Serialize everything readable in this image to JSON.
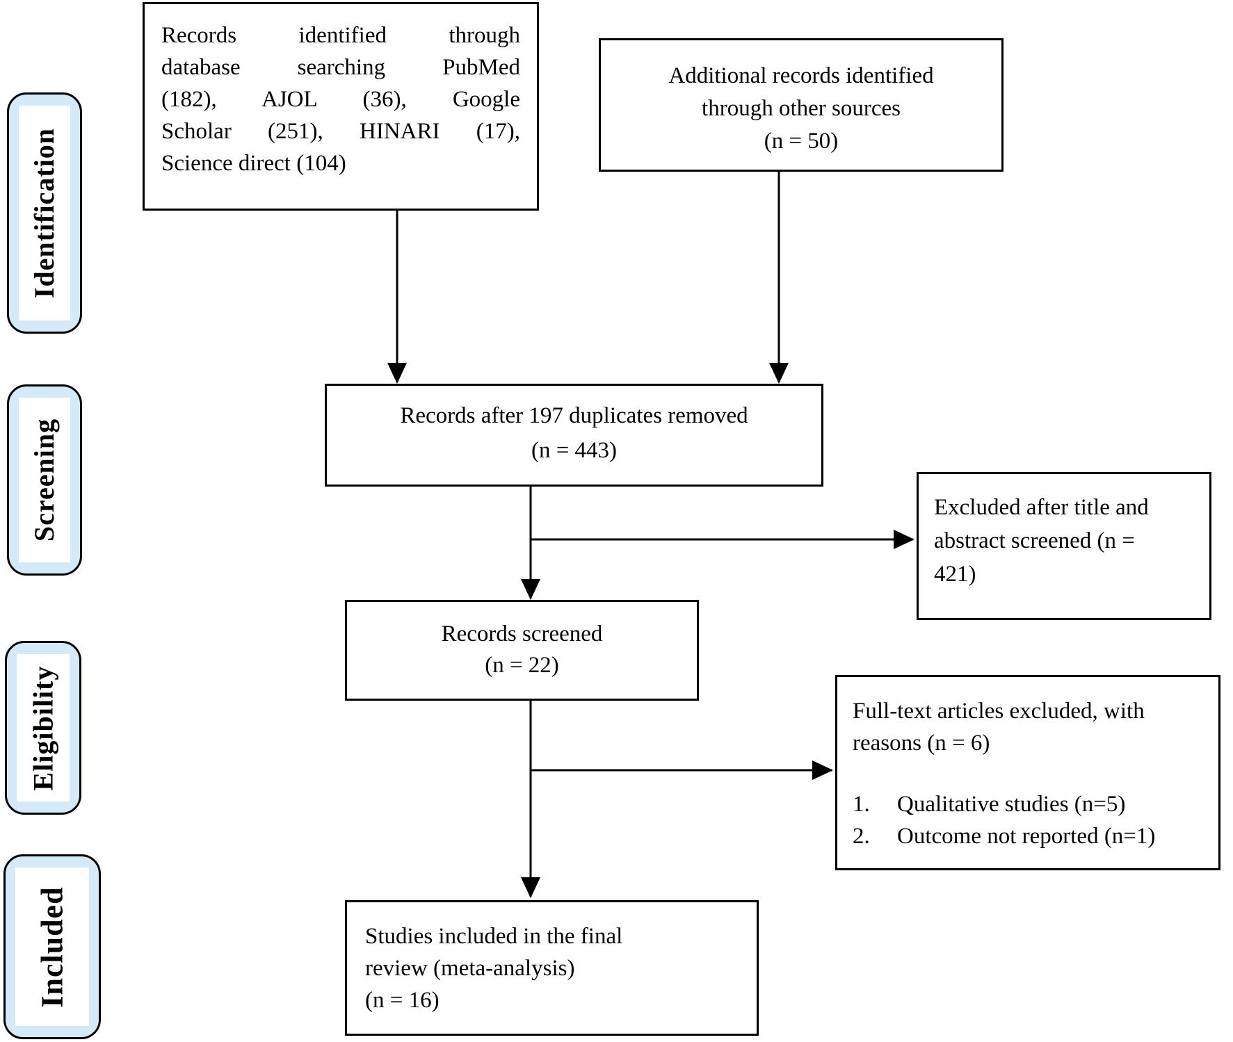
{
  "colors": {
    "stage_fill": "#d5eaf8",
    "box_border": "#000000",
    "arrow": "#000000",
    "text": "#000000",
    "background": "#ffffff"
  },
  "stages": [
    {
      "label": "Identification"
    },
    {
      "label": "Screening"
    },
    {
      "label": "Eligibility"
    },
    {
      "label": "Included"
    }
  ],
  "boxes": {
    "database_records": {
      "lines": [
        "Records identified through",
        "database searching PubMed",
        "(182), AJOL (36), Google",
        "Scholar (251), HINARI (17),",
        "Science direct (104)"
      ]
    },
    "additional_records": {
      "lines": [
        "Additional records identified",
        "through other sources",
        "(n = 50)"
      ]
    },
    "after_duplicates": {
      "lines": [
        "Records after 197 duplicates removed",
        "(n = 443)"
      ]
    },
    "excluded_title_abstract": {
      "lines": [
        "Excluded after title and",
        "abstract screened (n =",
        "421)"
      ]
    },
    "records_screened": {
      "lines": [
        "Records screened",
        "(n = 22)"
      ]
    },
    "fulltext_excluded": {
      "title_lines": [
        "Full-text articles excluded, with",
        "reasons (n = 6)"
      ],
      "items": [
        {
          "num": "1.",
          "text": "Qualitative studies (n=5)"
        },
        {
          "num": "2.",
          "text": "Outcome not reported (n=1)"
        }
      ]
    },
    "included_studies": {
      "lines": [
        "Studies included in the final",
        "review (meta-analysis)",
        "(n = 16)"
      ]
    }
  }
}
